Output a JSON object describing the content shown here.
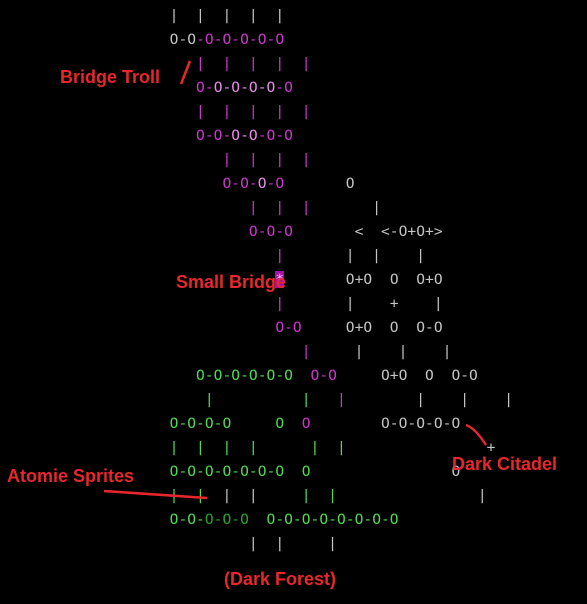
{
  "labels": {
    "bridge_troll": "Bridge Troll",
    "small_bridge": "Small Bridge",
    "atomie_sprites": "Atomie Sprites",
    "dark_citadel": "Dark Citadel",
    "dark_forest": "(Dark Forest)"
  },
  "colors": {
    "background": "#000000",
    "label_red": "#e8262b",
    "node_gray": "#c4c4c4",
    "node_purple": "#cf35cf",
    "node_green": "#4edc4e"
  },
  "map_rows": [
    [
      [
        "g",
        "       |  |  |  |  |"
      ]
    ],
    [
      [
        "g",
        "       O-"
      ],
      [
        "g",
        "O"
      ],
      [
        "p",
        "-"
      ],
      [
        "p",
        "O-O-O-O-O"
      ]
    ],
    [
      [
        "p",
        "          |  |  |  |  |"
      ]
    ],
    [
      [
        "p",
        "          O-"
      ],
      [
        "pl",
        "O-O-O-O"
      ],
      [
        "p",
        "-O"
      ]
    ],
    [
      [
        "p",
        "          |  |  |  |  |"
      ]
    ],
    [
      [
        "p",
        "          O-O-"
      ],
      [
        "pl",
        "O-O"
      ],
      [
        "p",
        "-O-O"
      ]
    ],
    [
      [
        "p",
        "             |  |  |  |"
      ]
    ],
    [
      [
        "p",
        "             O-O-"
      ],
      [
        "pl",
        "O"
      ],
      [
        "p",
        "-O"
      ],
      [
        "g",
        "       O"
      ]
    ],
    [
      [
        "p",
        "                |  |  |"
      ],
      [
        "g",
        "       |"
      ]
    ],
    [
      [
        "p",
        "                O-O-O"
      ],
      [
        "g",
        "       <  <-O+O+>"
      ]
    ],
    [
      [
        "p",
        "                   |"
      ],
      [
        "g",
        "       |  |    |"
      ]
    ],
    [
      [
        "g",
        "                   "
      ],
      [
        "hl",
        "*"
      ],
      [
        "g",
        "       O+O  O  O+O"
      ]
    ],
    [
      [
        "p",
        "                   |"
      ],
      [
        "g",
        "       |    +    |"
      ]
    ],
    [
      [
        "p",
        "                   O-O"
      ],
      [
        "g",
        "     O+O  O  O-O"
      ]
    ],
    [
      [
        "p",
        "                      |"
      ],
      [
        "g",
        "     |    |    |"
      ]
    ],
    [
      [
        "gr",
        "          O-O-O-O-O-O"
      ],
      [
        "p",
        "  O-O"
      ],
      [
        "g",
        "     O+O  O  O-O"
      ]
    ],
    [
      [
        "gr",
        "           |          |"
      ],
      [
        "p",
        "   |"
      ],
      [
        "g",
        "        |    |    |"
      ]
    ],
    [
      [
        "gr",
        "       O-O-O-O     O"
      ],
      [
        "p",
        "  O"
      ],
      [
        "g",
        "        O-O-O-O-O"
      ]
    ],
    [
      [
        "gr",
        "       |  |  |  |      |  |"
      ],
      [
        "g",
        "                +"
      ]
    ],
    [
      [
        "gr",
        "       O-O-O-O-O-O-O  O"
      ],
      [
        "g",
        "                O"
      ]
    ],
    [
      [
        "gr",
        "       |  |"
      ],
      [
        "g",
        "  |  |"
      ],
      [
        "gr",
        "     |  |"
      ],
      [
        "g",
        "                |"
      ]
    ],
    [
      [
        "gr",
        "       O-O-"
      ],
      [
        "gd",
        "O-O-O"
      ],
      [
        "gr",
        "  O-O-O-O-O-O-O-O"
      ]
    ],
    [
      [
        "g",
        "                |  |     |"
      ]
    ]
  ]
}
